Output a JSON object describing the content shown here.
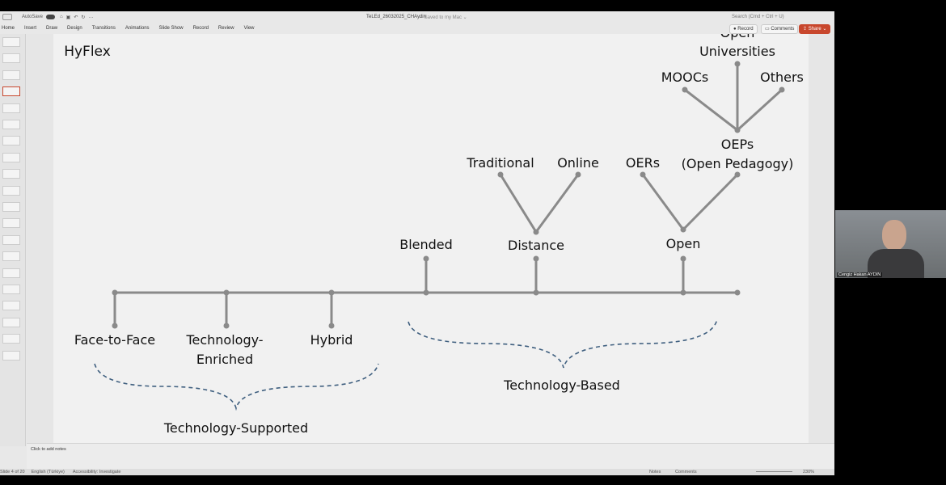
{
  "titlebar": {
    "autosave": "AutoSave",
    "doc_title": "TeLEd_26032025_CHAydin",
    "saved": "— Saved to my Mac ⌄",
    "search": "Search (Cmd + Ctrl + U)"
  },
  "ribbon": {
    "tabs": [
      "Home",
      "Insert",
      "Draw",
      "Design",
      "Transitions",
      "Animations",
      "Slide Show",
      "Record",
      "Review",
      "View"
    ],
    "record": "Record",
    "comments": "Comments",
    "share": "Share"
  },
  "slide": {
    "title": "HyFlex",
    "labels": {
      "face": "Face-to-Face",
      "tech_enriched_1": "Technology-",
      "tech_enriched_2": "Enriched",
      "hybrid": "Hybrid",
      "blended": "Blended",
      "distance": "Distance",
      "open": "Open",
      "traditional": "Traditional",
      "online": "Online",
      "oers": "OERs",
      "oeps_1": "OEPs",
      "oeps_2": "(Open Pedagogy)",
      "moocs": "MOOCs",
      "open_univ_1": "Open",
      "open_univ_2": "Universities",
      "others": "Others",
      "tech_supported": "Technology-Supported",
      "tech_based": "Technology-Based"
    },
    "colors": {
      "line": "#8a8a8a",
      "brace": "#3f5f7f"
    }
  },
  "notes": {
    "placeholder": "Click to add notes"
  },
  "status": {
    "slide": "Slide 4 of 20",
    "language": "English (Türkiye)",
    "accessibility": "Accessibility: Investigate",
    "notes": "Notes",
    "comments": "Comments",
    "zoom": "230%"
  },
  "video": {
    "name": "Cengiz Hakan AYDIN"
  }
}
